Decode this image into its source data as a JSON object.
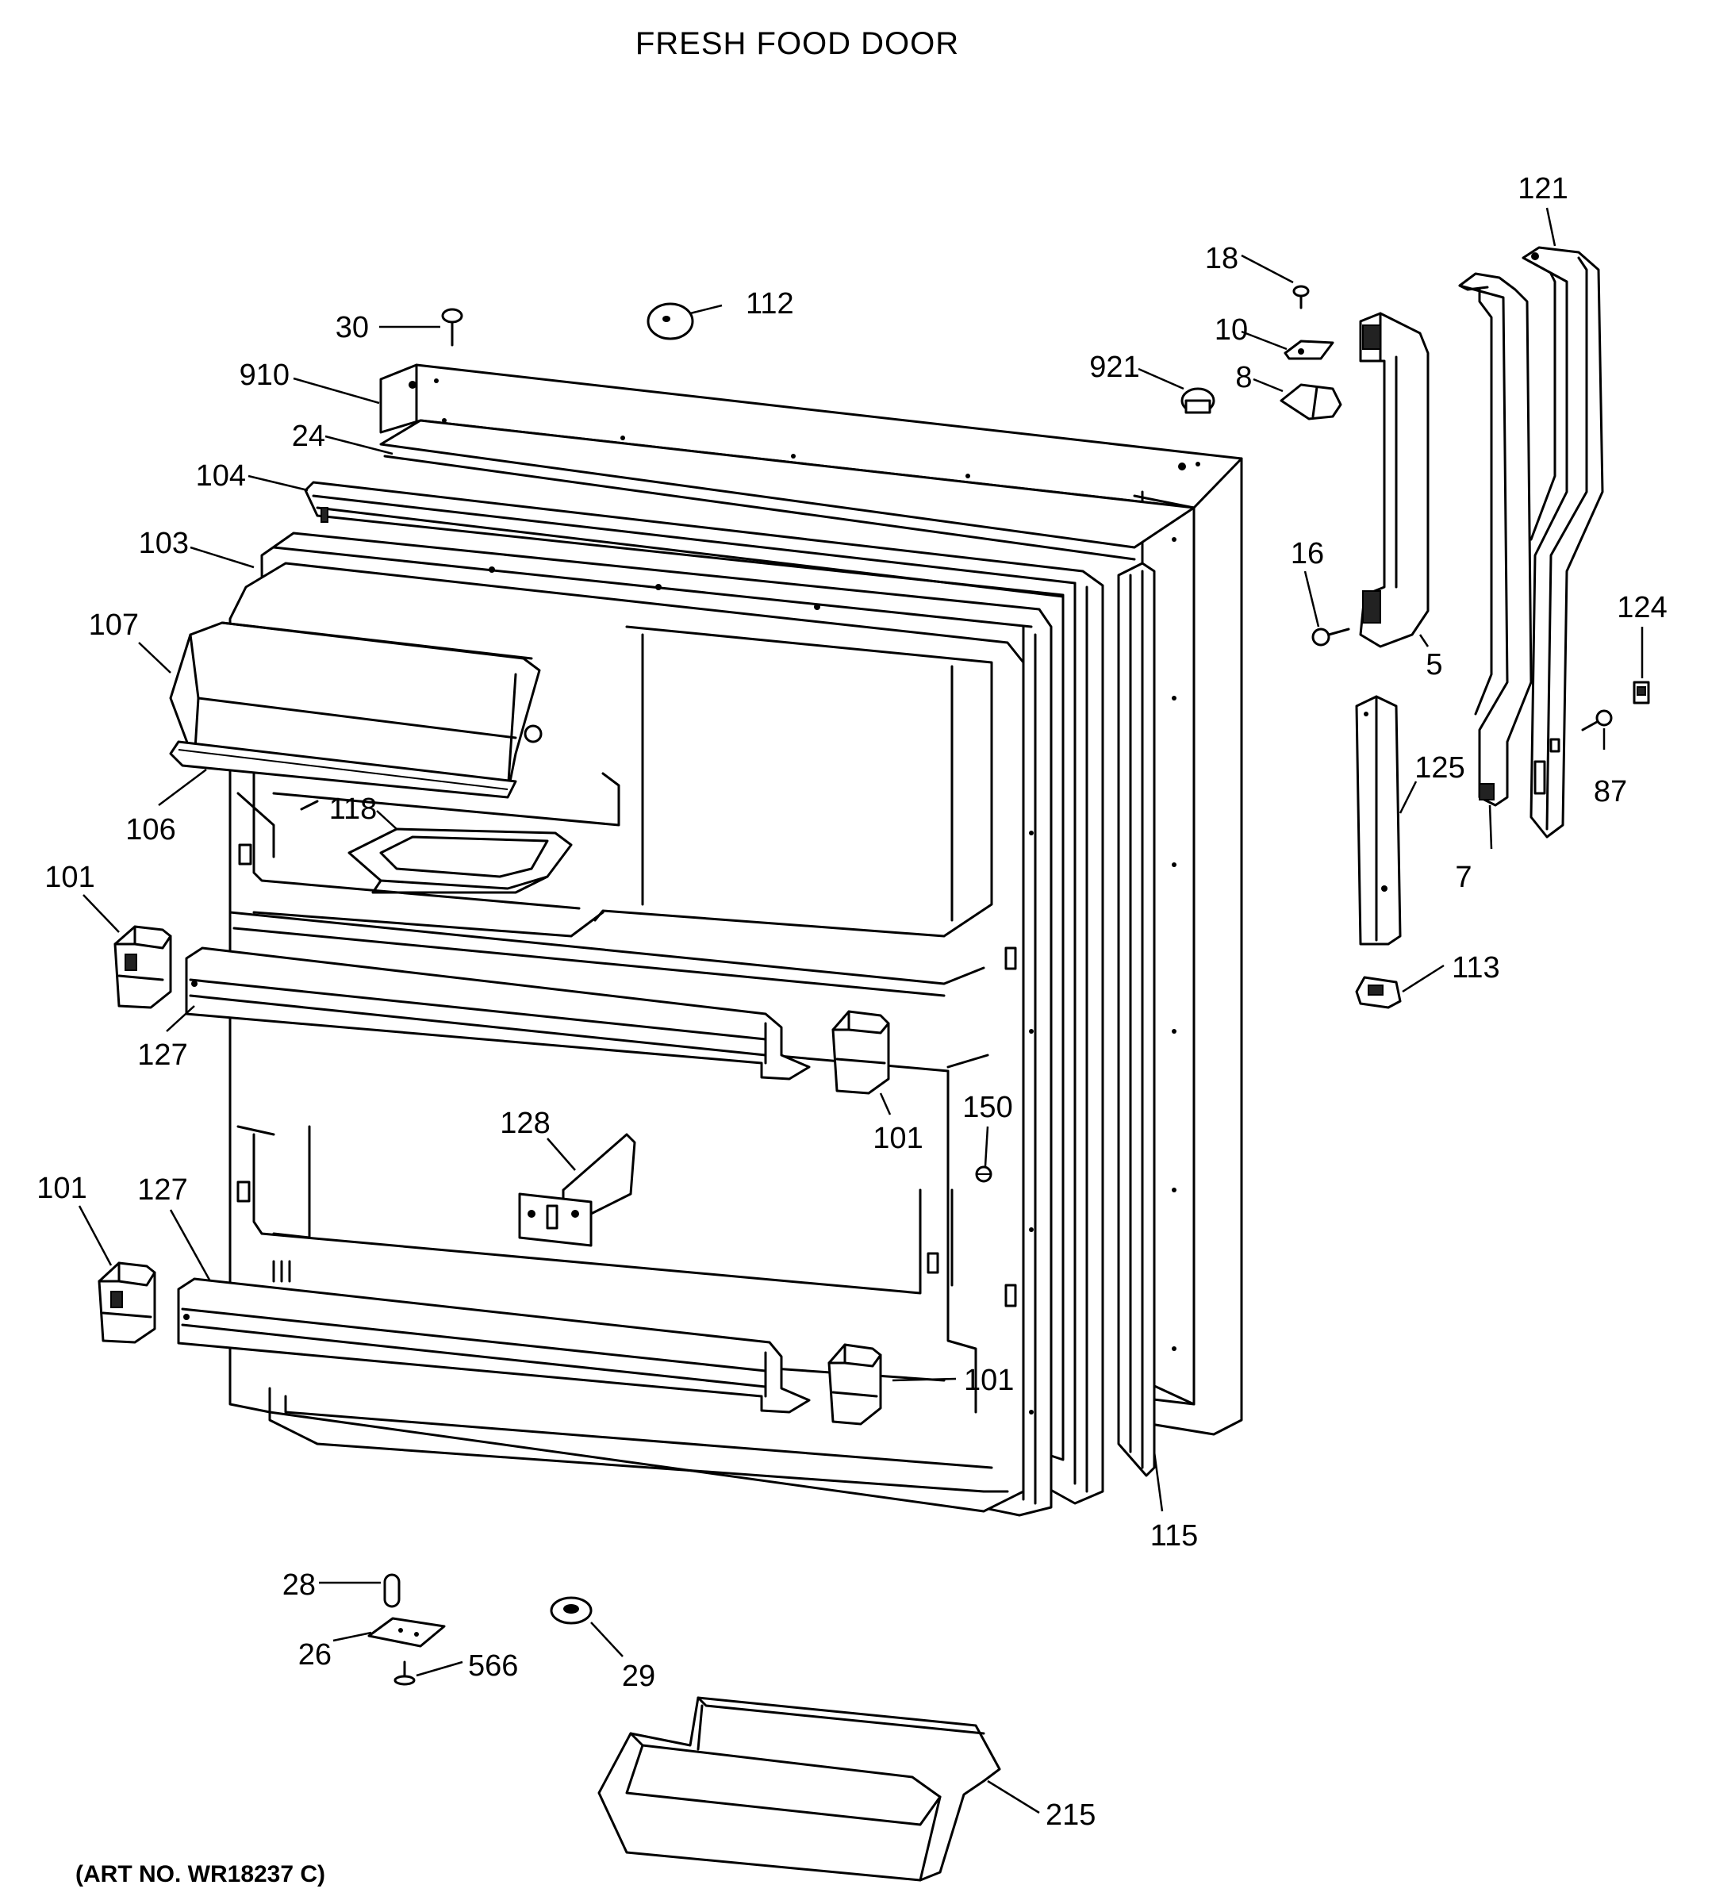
{
  "title": "FRESH FOOD DOOR",
  "art_number": "(ART NO. WR18237 C)",
  "callouts": [
    {
      "id": "c30",
      "label": "30"
    },
    {
      "id": "c112",
      "label": "112"
    },
    {
      "id": "c910",
      "label": "910"
    },
    {
      "id": "c24",
      "label": "24"
    },
    {
      "id": "c104",
      "label": "104"
    },
    {
      "id": "c103",
      "label": "103"
    },
    {
      "id": "c107",
      "label": "107"
    },
    {
      "id": "c106",
      "label": "106"
    },
    {
      "id": "c118",
      "label": "118"
    },
    {
      "id": "c101a",
      "label": "101"
    },
    {
      "id": "c127a",
      "label": "127"
    },
    {
      "id": "c101b",
      "label": "101"
    },
    {
      "id": "c128",
      "label": "128"
    },
    {
      "id": "c150",
      "label": "150"
    },
    {
      "id": "c101c",
      "label": "101"
    },
    {
      "id": "c127b",
      "label": "127"
    },
    {
      "id": "c101d",
      "label": "101"
    },
    {
      "id": "c115",
      "label": "115"
    },
    {
      "id": "c18",
      "label": "18"
    },
    {
      "id": "c10",
      "label": "10"
    },
    {
      "id": "c921",
      "label": "921"
    },
    {
      "id": "c8",
      "label": "8"
    },
    {
      "id": "c16",
      "label": "16"
    },
    {
      "id": "c5",
      "label": "5"
    },
    {
      "id": "c121",
      "label": "121"
    },
    {
      "id": "c124",
      "label": "124"
    },
    {
      "id": "c125",
      "label": "125"
    },
    {
      "id": "c7",
      "label": "7"
    },
    {
      "id": "c87",
      "label": "87"
    },
    {
      "id": "c113",
      "label": "113"
    },
    {
      "id": "c28",
      "label": "28"
    },
    {
      "id": "c26",
      "label": "26"
    },
    {
      "id": "c566",
      "label": "566"
    },
    {
      "id": "c29",
      "label": "29"
    },
    {
      "id": "c215",
      "label": "215"
    }
  ]
}
